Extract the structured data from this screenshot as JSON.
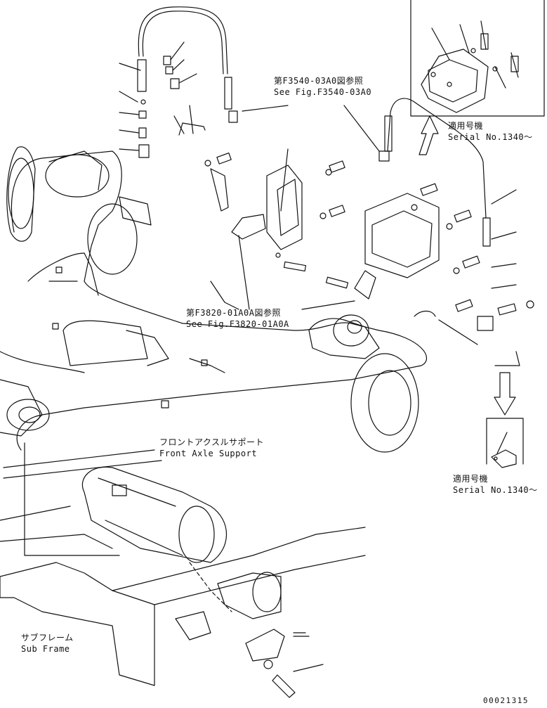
{
  "colors": {
    "line": "#111111",
    "background": "#ffffff"
  },
  "callouts": {
    "fig_f3540": {
      "jp": "第F3540-03A0図参照",
      "en": "See Fig.F3540-03A0"
    },
    "fig_f3820": {
      "jp": "第F3820-01A0A図参照",
      "en": "See Fig.F3820-01A0A"
    }
  },
  "applicable_serial_top": {
    "jp": "適用号機",
    "en": "Serial No.1340〜"
  },
  "applicable_serial_bottom": {
    "jp": "適用号機",
    "en": "Serial No.1340〜"
  },
  "components": {
    "front_axle_support": {
      "jp": "フロントアクスルサポート",
      "en": "Front Axle Support"
    },
    "sub_frame": {
      "jp": "サブフレーム",
      "en": "Sub Frame"
    }
  },
  "part_number": "00021315"
}
